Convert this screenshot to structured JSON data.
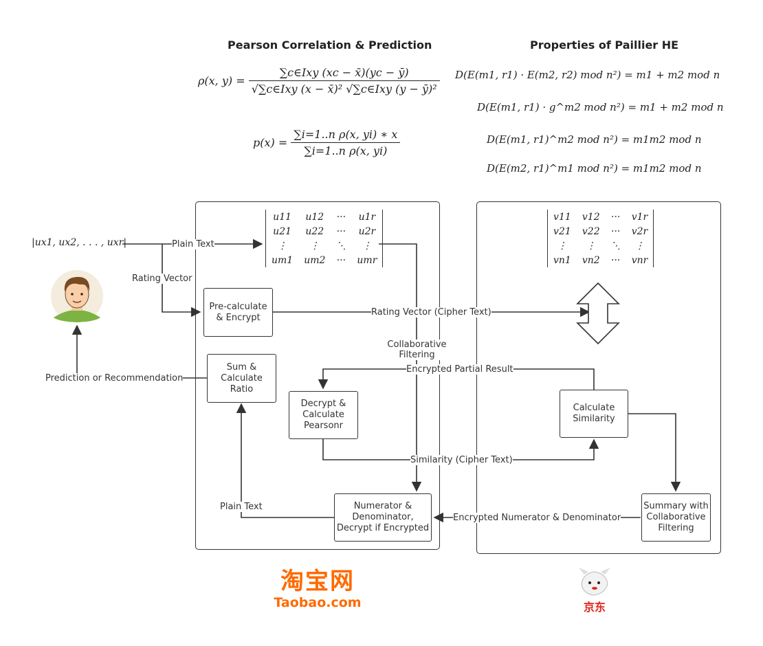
{
  "titles": {
    "pearson": "Pearson Correlation & Prediction",
    "paillier": "Properties of Paillier HE"
  },
  "formulas": {
    "pearson_lhs": "ρ(x, y) =",
    "pearson_num": "∑c∈Ixy (xc − x̄)(yc − ȳ)",
    "pearson_den": "√∑c∈Ixy (x − x̄)² √∑c∈Ixy (y − ȳ)²",
    "predict_lhs": "p(x) =",
    "predict_num": "∑i=1..n ρ(x, yi) ∗ x",
    "predict_den": "∑i=1..n ρ(x, yi)",
    "he1": "D(E(m1, r1) · E(m2, r2) mod n²) = m1 + m2 mod n",
    "he2": "D(E(m1, r1) · g^m2 mod n²) = m1 + m2 mod n",
    "he3": "D(E(m1, r1)^m2 mod n²) = m1m2 mod n",
    "he4": "D(E(m2, r1)^m1 mod n²) = m1m2 mod n"
  },
  "vector": "|ux1, ux2, . . . , uxr|",
  "matrix_u": [
    [
      "u11",
      "u12",
      "···",
      "u1r"
    ],
    [
      "u21",
      "u22",
      "···",
      "u2r"
    ],
    [
      "⋮",
      "⋮",
      "⋱",
      "⋮"
    ],
    [
      "um1",
      "um2",
      "···",
      "umr"
    ]
  ],
  "matrix_v": [
    [
      "v11",
      "v12",
      "···",
      "v1r"
    ],
    [
      "v21",
      "v22",
      "···",
      "v2r"
    ],
    [
      "⋮",
      "⋮",
      "⋱",
      "⋮"
    ],
    [
      "vn1",
      "vn2",
      "···",
      "vnr"
    ]
  ],
  "boxes": {
    "precalc": "Pre-calculate & Encrypt",
    "sum": "Sum & Calculate Ratio",
    "decrypt": "Decrypt & Calculate Pearsonr",
    "numerator": "Numerator & Denominator, Decrypt if Encrypted",
    "similarity": "Calculate Similarity",
    "summary": "Summary with Collaborative Filtering"
  },
  "labels": {
    "plain_text_top": "Plain Text",
    "rating_vector": "Rating Vector",
    "rating_vector_cipher": "Rating Vector (Cipher Text)",
    "collab_filtering": "Collaborative Filtering",
    "encrypted_partial": "Encrypted Partial Result",
    "prediction": "Prediction or Recommendation",
    "similarity_cipher": "Similarity (Cipher Text)",
    "plain_text_bottom": "Plain Text",
    "encrypted_numden": "Encrypted Numerator & Denominator"
  },
  "logos": {
    "taobao_cn": "淘宝网",
    "taobao_en": "Taobao.com",
    "jd_cn": "京东"
  },
  "colors": {
    "taobao": "#ff6a00",
    "jd": "#e1251b",
    "line": "#333333"
  }
}
